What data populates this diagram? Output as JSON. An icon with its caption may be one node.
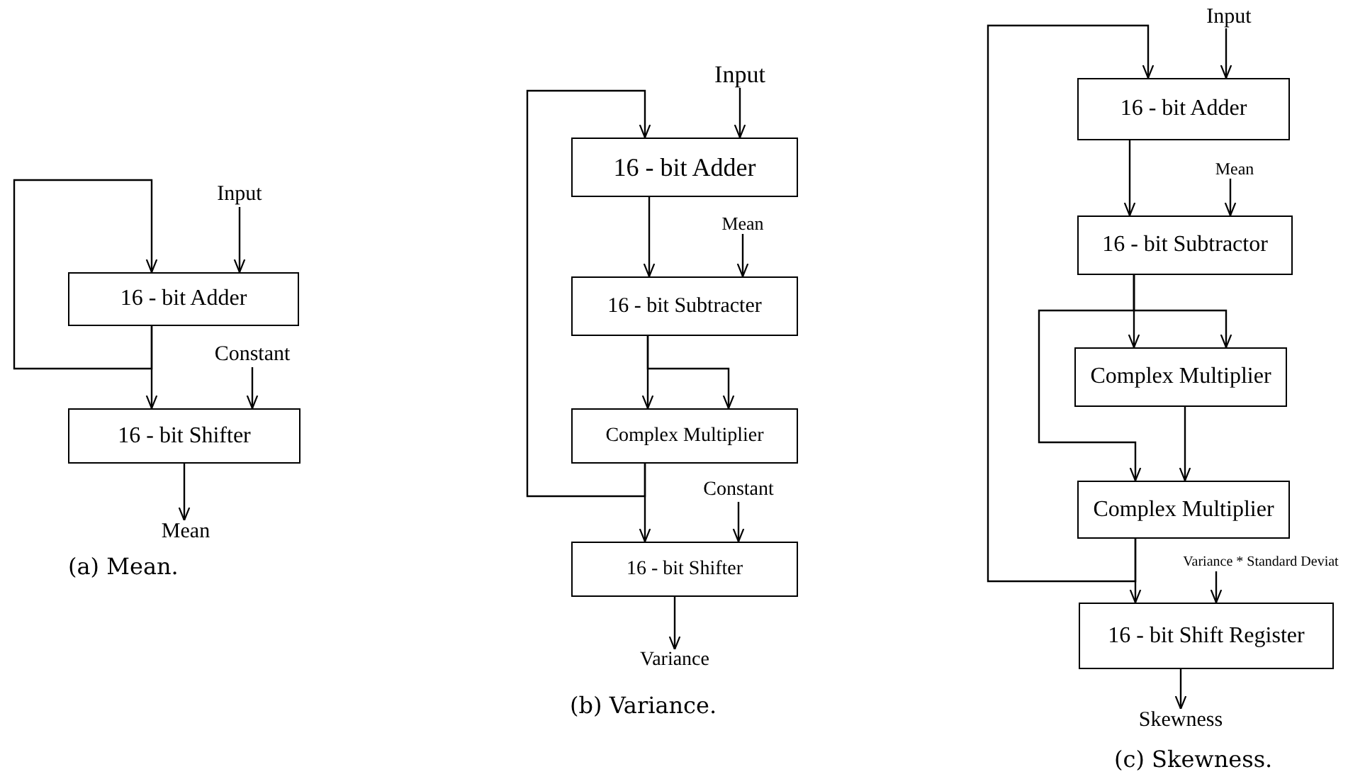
{
  "diagram": {
    "nodes": [
      {
        "text": [
          "Input"
        ]
      },
      {
        "text": [
          "16 - bit Adder"
        ]
      },
      {
        "text": [
          "Constant"
        ]
      },
      {
        "text": [
          "16 - bit Shifter"
        ]
      },
      {
        "text": [
          "Mean"
        ]
      },
      {
        "text": [
          "Input"
        ]
      },
      {
        "text": [
          "16 - bit Adder"
        ]
      },
      {
        "text": [
          "Mean"
        ]
      },
      {
        "text": [
          "16 - bit Subtracter"
        ]
      },
      {
        "text": [
          "Complex Multiplier"
        ]
      },
      {
        "text": [
          "Constant"
        ]
      },
      {
        "text": [
          "16 - bit Shifter"
        ]
      },
      {
        "text": [
          "Variance"
        ]
      },
      {
        "text": [
          "Input"
        ]
      },
      {
        "text": [
          "16 - bit Adder"
        ]
      },
      {
        "text": [
          "Mean"
        ]
      },
      {
        "text": [
          "16 - bit Subtractor"
        ]
      },
      {
        "text": [
          "Complex Multiplier"
        ]
      },
      {
        "text": [
          "Complex Multiplier"
        ]
      },
      {
        "text": [
          "Variance * Standard Deviat"
        ]
      },
      {
        "text": [
          "16 - bit Shift Register"
        ]
      },
      {
        "text": [
          "Skewness"
        ]
      }
    ],
    "edges": [
      {
        "from": 0,
        "to": 1,
        "arrow": "to"
      },
      {
        "from": 1,
        "to": 3,
        "arrow": "to"
      },
      {
        "from": 1,
        "to": 1,
        "arrow": "to"
      },
      {
        "from": 2,
        "to": 3,
        "arrow": "to"
      },
      {
        "from": 3,
        "to": 4,
        "arrow": "to"
      },
      {
        "from": 5,
        "to": 6,
        "arrow": "to"
      },
      {
        "from": 6,
        "to": 8,
        "arrow": "to"
      },
      {
        "from": 7,
        "to": 8,
        "arrow": "to"
      },
      {
        "from": 8,
        "to": 9,
        "arrow": "to"
      },
      {
        "from": 8,
        "to": 9,
        "arrow": "to"
      },
      {
        "from": 9,
        "to": 11,
        "arrow": "to"
      },
      {
        "from": 9,
        "to": 6,
        "arrow": "to"
      },
      {
        "from": 10,
        "to": 11,
        "arrow": "to"
      },
      {
        "from": 11,
        "to": 12,
        "arrow": "to"
      },
      {
        "from": 13,
        "to": 14,
        "arrow": "to"
      },
      {
        "from": 14,
        "to": 16,
        "arrow": "to"
      },
      {
        "from": 15,
        "to": 16,
        "arrow": "to"
      },
      {
        "from": 16,
        "to": 17,
        "arrow": "to"
      },
      {
        "from": 16,
        "to": 17,
        "arrow": "to"
      },
      {
        "from": 16,
        "to": 18,
        "arrow": "to"
      },
      {
        "from": 17,
        "to": 18,
        "arrow": "to"
      },
      {
        "from": 18,
        "to": 20,
        "arrow": "to"
      },
      {
        "from": 18,
        "to": 14,
        "arrow": "to"
      },
      {
        "from": 19,
        "to": 20,
        "arrow": "to"
      },
      {
        "from": 20,
        "to": 21,
        "arrow": "to"
      }
    ],
    "labels": [
      "(a) Mean.",
      "(b) Variance.",
      "(c) Skewness."
    ]
  }
}
